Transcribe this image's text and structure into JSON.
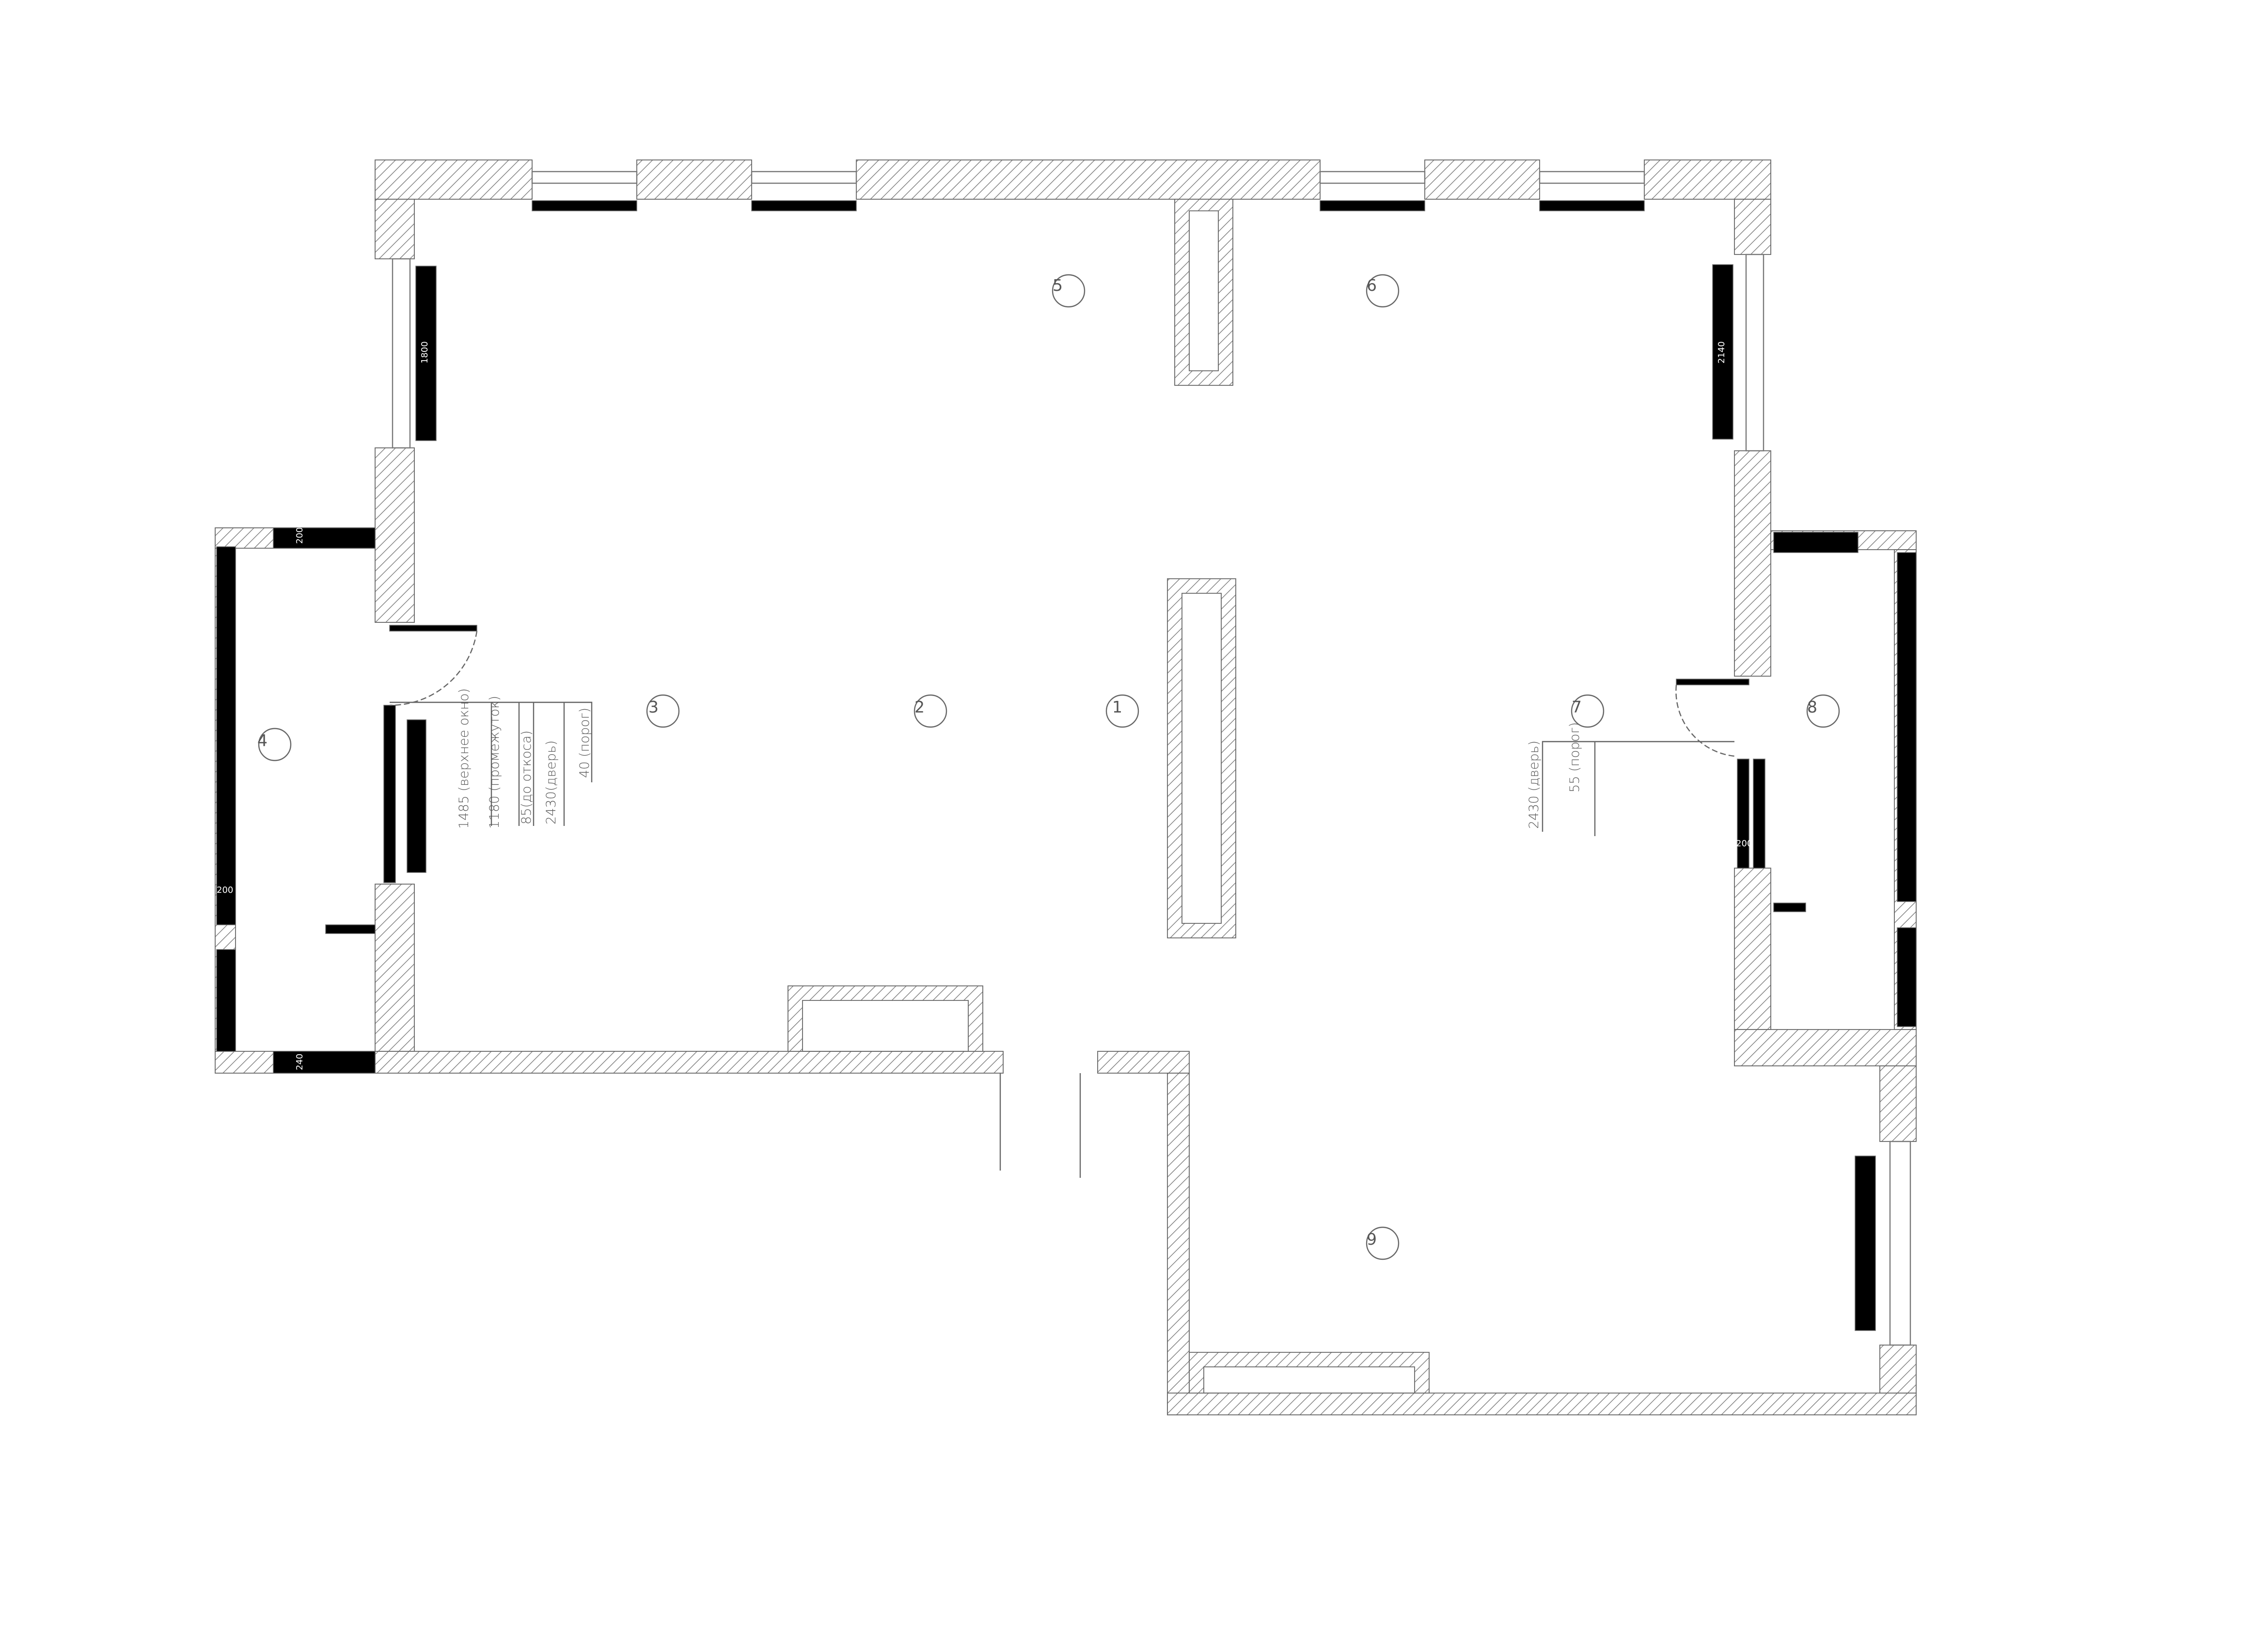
{
  "plan": {
    "rooms": [
      "1",
      "2",
      "3",
      "4",
      "5",
      "6",
      "7",
      "8",
      "9"
    ],
    "left_door_notes": [
      "1485 (верхнее окно)",
      "1180 (промежуток)",
      "85(до откоса)",
      "2430(дверь)",
      "40 (порог)"
    ],
    "right_door_notes": [
      "2430 (дверь)",
      "55 (порог)"
    ],
    "dimensions": {
      "left_window": "1800",
      "right_window": "2140",
      "annex_top": "200",
      "annex_bottom": "240",
      "annex_left": "200",
      "room8": "200"
    }
  }
}
